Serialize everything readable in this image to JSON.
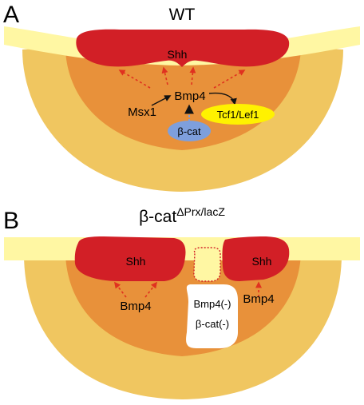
{
  "panels": [
    {
      "letter": "A",
      "title": "WT",
      "shh": "Shh",
      "bmp4": "Bmp4",
      "msx1": "Msx1",
      "tcf": "Tcf1/Lef1",
      "bcat": "β-cat"
    },
    {
      "letter": "B",
      "title_main": "β-cat",
      "title_sup": "ΔPrx/lacZ",
      "shh_left": "Shh",
      "shh_right": "Shh",
      "bmp4_left": "Bmp4",
      "bmp4_right": "Bmp4",
      "null_bmp4": "Bmp4(-)",
      "null_bcat": "β-cat(-)"
    }
  ],
  "colors": {
    "ectoderm": "#fff7a3",
    "outer_mesenchyme": "#f0c660",
    "inner_mesenchyme": "#e8913a",
    "shh": "#d21f26",
    "tcf": "#fff200",
    "bcat": "#7e9fdc",
    "arrow": "#e0311f",
    "null_region": "#ffffff"
  }
}
